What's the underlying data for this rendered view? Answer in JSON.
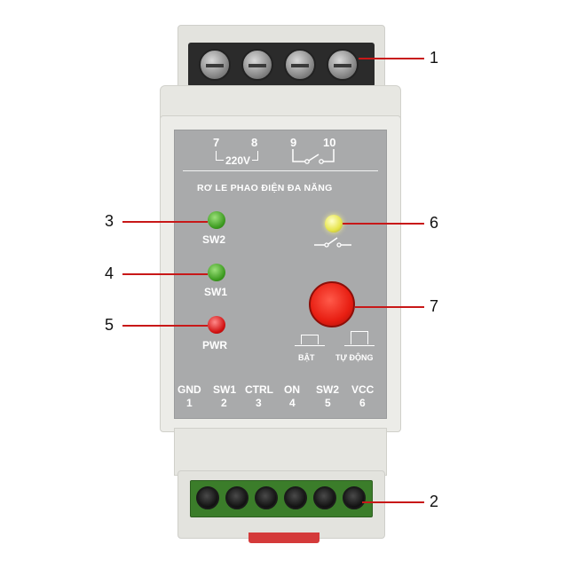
{
  "top_terminals": [
    "7",
    "8",
    "9",
    "10"
  ],
  "voltage_label": "220V",
  "panel_title": "RƠ LE PHAO ĐIỆN ĐA NĂNG",
  "led_labels": {
    "sw2": "SW2",
    "sw1": "SW1",
    "pwr": "PWR"
  },
  "button_labels": {
    "on": "BẬT",
    "auto": "TỰ ĐỘNG"
  },
  "bottom_pins": [
    {
      "name": "GND",
      "num": "1"
    },
    {
      "name": "SW1",
      "num": "2"
    },
    {
      "name": "CTRL",
      "num": "3"
    },
    {
      "name": "ON",
      "num": "4"
    },
    {
      "name": "SW2",
      "num": "5"
    },
    {
      "name": "VCC",
      "num": "6"
    }
  ],
  "callouts": [
    "1",
    "2",
    "3",
    "4",
    "5",
    "6",
    "7"
  ],
  "colors": {
    "callout_line": "#c81818",
    "led_green": "#3c9a1f",
    "led_red": "#d01010",
    "led_yellow": "#e6e44a",
    "push_button": "#e81e12",
    "terminal_block": "#3b7d2a"
  }
}
